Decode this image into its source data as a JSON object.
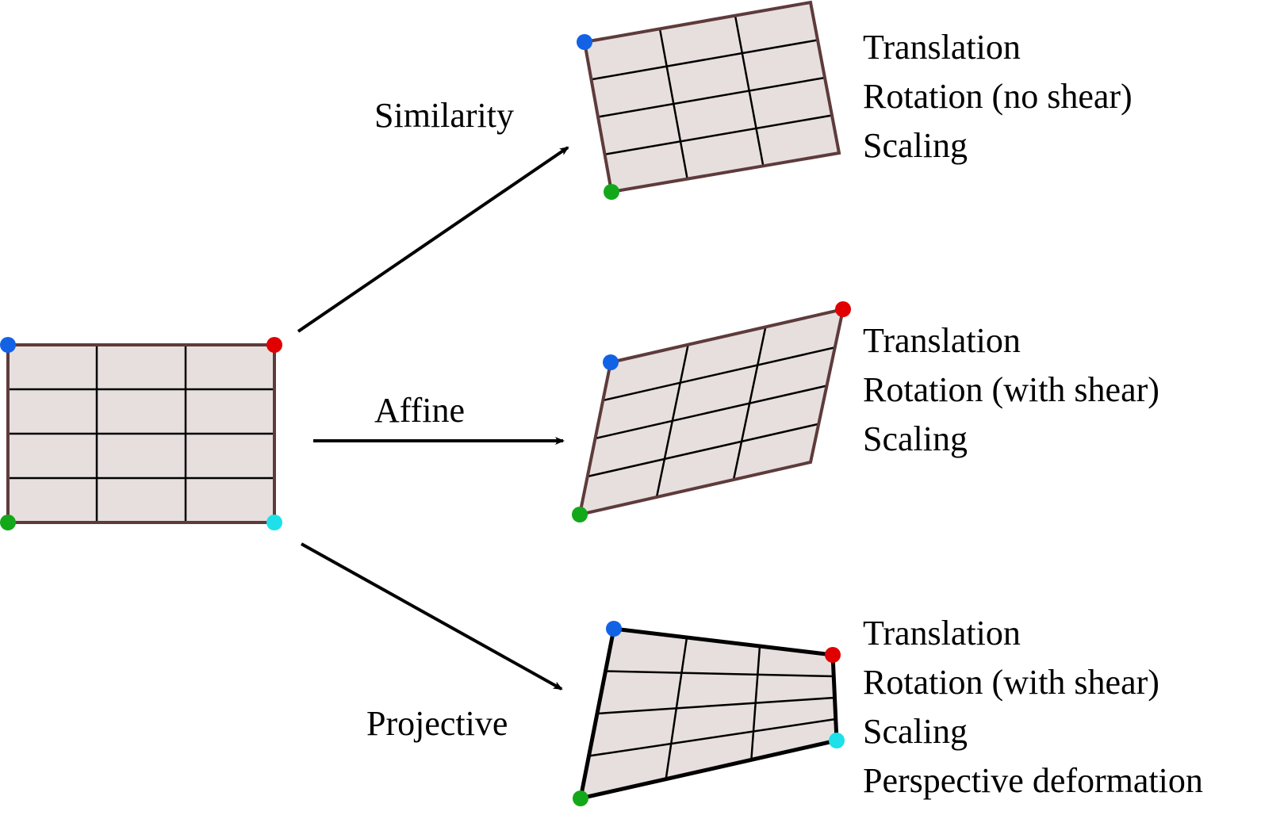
{
  "transforms": [
    {
      "name": "Similarity",
      "properties": [
        "Translation",
        "Rotation (no shear)",
        "Scaling"
      ]
    },
    {
      "name": "Affine",
      "properties": [
        "Translation",
        "Rotation (with shear)",
        "Scaling"
      ]
    },
    {
      "name": "Projective",
      "properties": [
        "Translation",
        "Rotation (with shear)",
        "Scaling",
        "Perspective deformation"
      ]
    }
  ],
  "colors": {
    "fill": "#e6dfdd",
    "border": "#5e3b3b",
    "projective_border": "#000000",
    "corner_top_left": "#1262e6",
    "corner_top_right": "#e00000",
    "corner_bottom_right": "#1de0e8",
    "corner_bottom_left": "#12a81a"
  },
  "grid": {
    "columns": 3,
    "rows": 4
  }
}
